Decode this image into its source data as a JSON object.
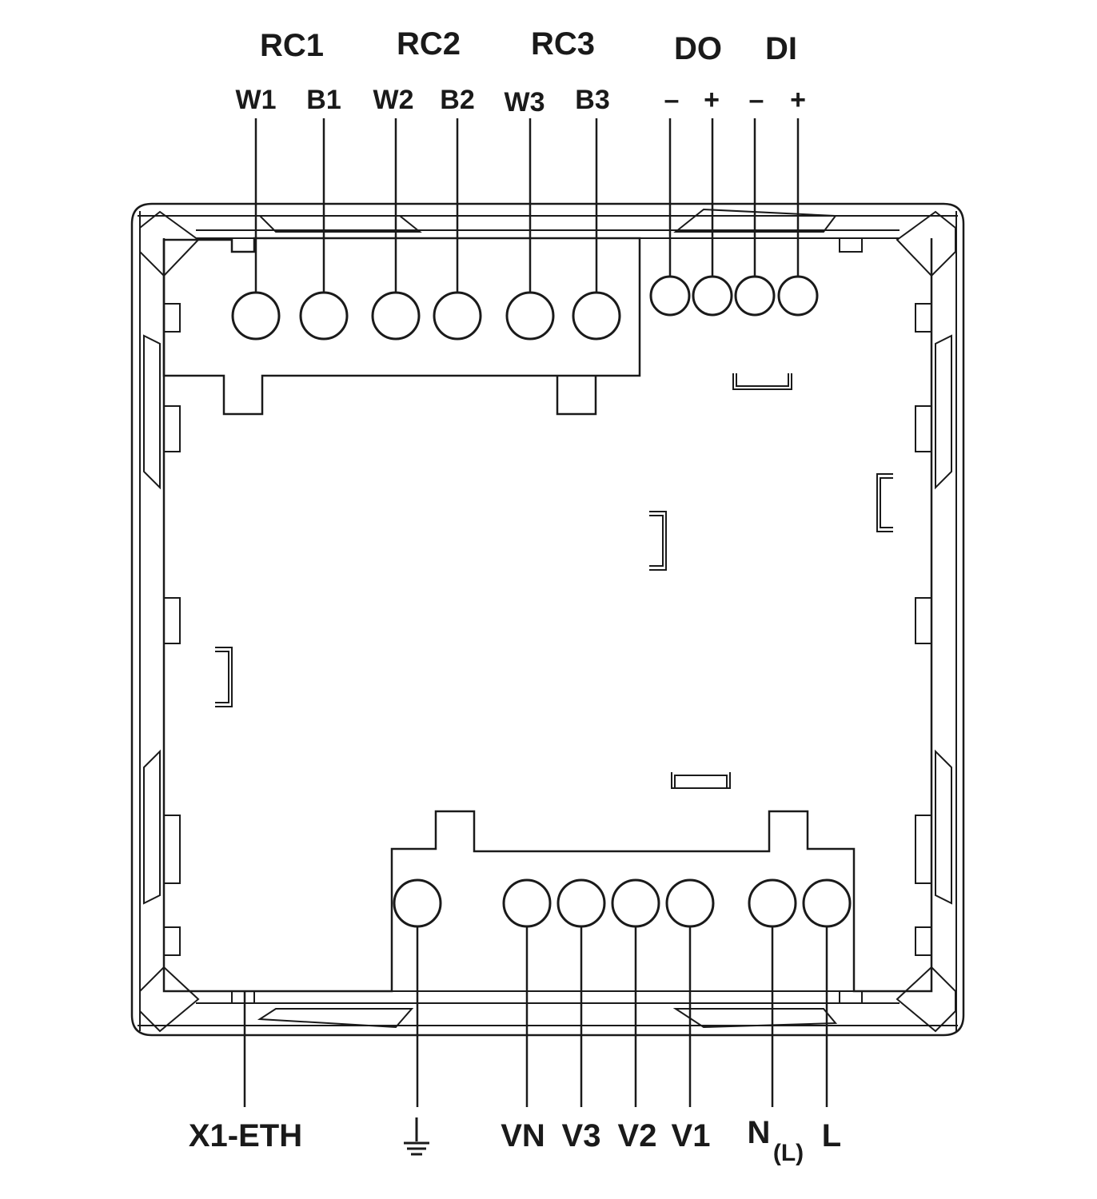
{
  "top_groups": [
    {
      "label": "RC1",
      "terminals": [
        "W1",
        "B1"
      ]
    },
    {
      "label": "RC2",
      "terminals": [
        "W2",
        "B2"
      ]
    },
    {
      "label": "RC3",
      "terminals": [
        "W3",
        "B3"
      ]
    },
    {
      "label": "DO",
      "terminals": [
        "–",
        "+"
      ]
    },
    {
      "label": "DI",
      "terminals": [
        "–",
        "+"
      ]
    }
  ],
  "bottom_terminals": [
    "X1-ETH",
    "ground-symbol",
    "VN",
    "V3",
    "V2",
    "V1",
    "N",
    "L"
  ],
  "bottom_subscript": "(L)"
}
